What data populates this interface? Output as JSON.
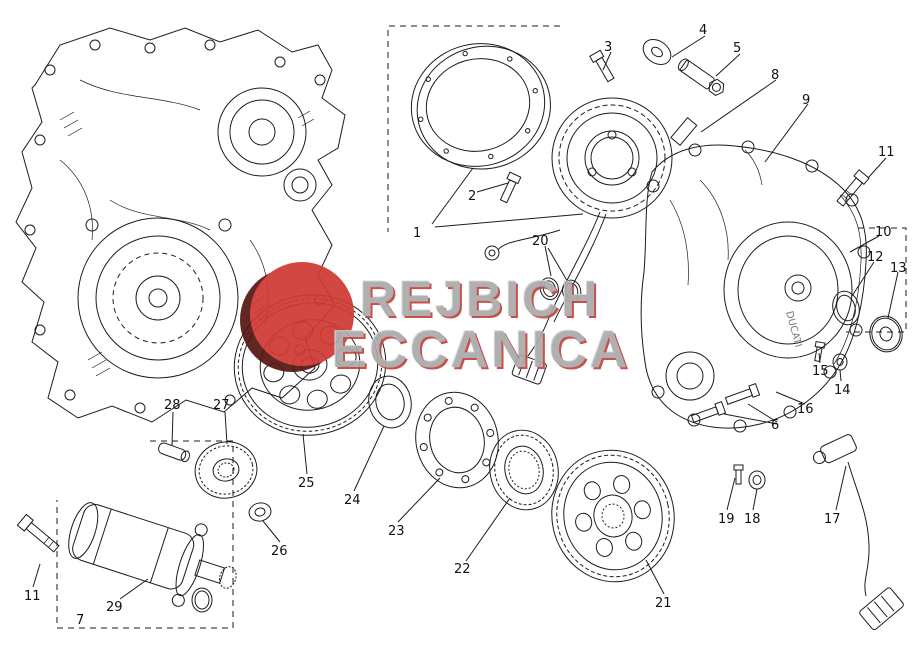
{
  "diagram": {
    "watermark": {
      "line1": "REJBICH",
      "line2": "ECCANICA"
    },
    "cover_text": "DUCATI",
    "colors": {
      "watermark_red": "#cf3a34",
      "watermark_dark_red": "#571713",
      "watermark_gray": "#ababab",
      "line_color": "#1c1c1c",
      "background": "#ffffff"
    }
  },
  "labels": {
    "p1": "1",
    "p2": "2",
    "p3": "3",
    "p4": "4",
    "p5": "5",
    "p6": "6",
    "p7": "7",
    "p8": "8",
    "p9": "9",
    "p10": "10",
    "p11_top": "11",
    "p11_bottom": "11",
    "p12": "12",
    "p13": "13",
    "p14": "14",
    "p15": "15",
    "p16": "16",
    "p17": "17",
    "p18": "18",
    "p19": "19",
    "p20": "20",
    "p21": "21",
    "p22": "22",
    "p23": "23",
    "p24": "24",
    "p25": "25",
    "p26": "26",
    "p27": "27",
    "p28": "28",
    "p29": "29"
  }
}
